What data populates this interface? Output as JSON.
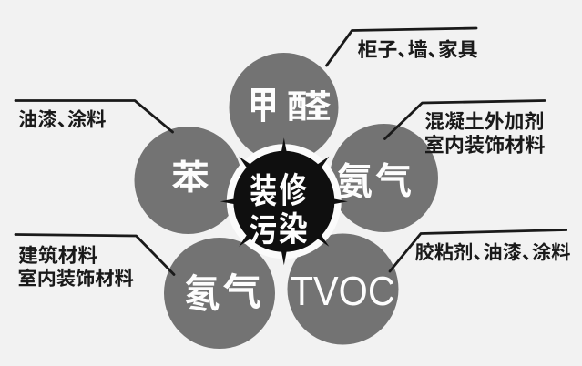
{
  "colors": {
    "background": "#f2f2f2",
    "bubble_gray": "#737373",
    "burst_black": "#0f0f0f",
    "bubble_text": "#ffffff",
    "label_text": "#1a1a1a"
  },
  "center": {
    "line1": "装修",
    "line2": "污染"
  },
  "pollutants": [
    {
      "name": "甲醛",
      "sources": "柜子、墙、家具"
    },
    {
      "name": "氨气",
      "sources": "混凝土外加剂",
      "sources2": "室内装饰材料"
    },
    {
      "name": "TVOC",
      "sources": "胶粘剂、油漆、涂料"
    },
    {
      "name": "氡气",
      "sources": "建筑材料",
      "sources2": "室内装饰材料"
    },
    {
      "name": "苯",
      "sources": "油漆、涂料"
    }
  ]
}
